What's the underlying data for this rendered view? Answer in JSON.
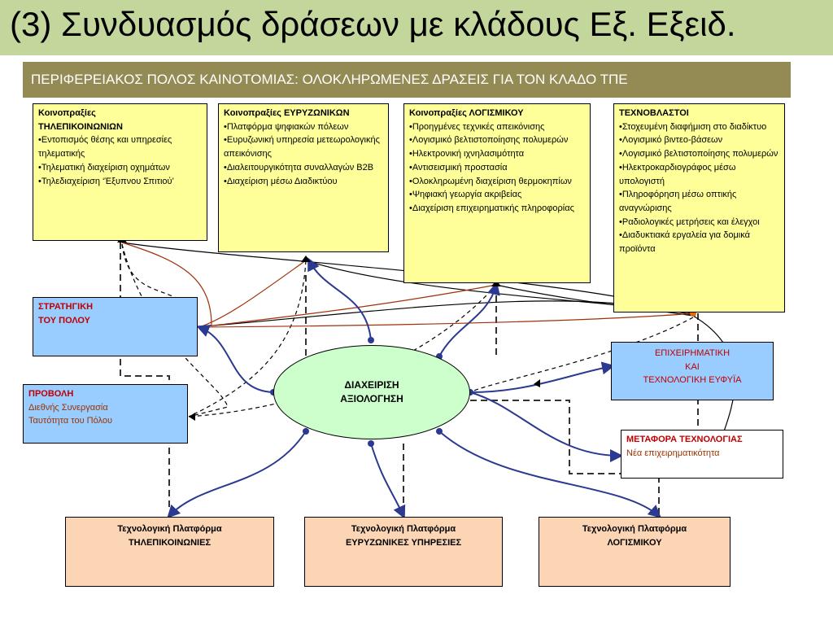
{
  "title": "(3) Συνδυασμός δράσεων με κλάδους Εξ. Εξειδ.",
  "subtitle": "ΠΕΡΙΦΕΡΕΙΑΚΟΣ ΠΟΛΟΣ ΚΑΙΝΟΤΟΜΙΑΣ: ΟΛΟΚΛΗΡΩΜΕΝΕΣ ΔΡΑΣΕΙΣ ΓΙΑ ΤΟΝ ΚΛΑΔΟ ΤΠΕ",
  "boxes": {
    "telecom": {
      "heading": [
        "Κοινοπραξίες",
        "ΤΗΛΕΠΙΚΟΙΝΩΝΙΩΝ"
      ],
      "items": [
        "•Εντοπισμός θέσης και υπηρεσίες τηλεματικής",
        "•Τηλεματική διαχείριση οχημάτων",
        "•Τηλεδιαχείριση ‘Έξυπνου Σπιτιού’"
      ]
    },
    "broadband": {
      "heading": "Κοινοπραξίες ΕΥΡΥΖΩΝΙΚΩΝ",
      "items": [
        "•Πλατφόρμα ψηφιακών πόλεων",
        "•Ευρυζωνική υπηρεσία μετεωρολογικής απεικόνισης",
        "•Διαλειτουργικότητα συναλλαγών Β2Β",
        "•Διαχείριση μέσω Διαδικτύου"
      ]
    },
    "software": {
      "heading": "Κοινοπραξίες ΛΟΓΙΣΜΙΚΟΥ",
      "items": [
        "•Προηγμένες τεχνικές απεικόνισης",
        "•Λογισμικό βελτιστοποίησης πολυμερών",
        "•Ηλεκτρονική ιχνηλασιμότητα",
        "•Αντισεισμική προστασία",
        "•Ολοκληρωμένη διαχείριση θερμοκηπίων",
        "•Ψηφιακή γεωργία ακριβείας",
        "•Διαχείριση επιχειρηματικής πληροφορίας"
      ]
    },
    "techno": {
      "heading": "ΤΕΧΝΟΒΛΑΣΤΟΙ",
      "items": [
        "•Στοχευμένη διαφήμιση στο διαδίκτυο",
        "•Λογισμικό βιντεο-βάσεων",
        "•Λογισμικό βελτιστοποίησης πολυμερών",
        "•Ηλεκτροκαρδιογράφος μέσω υπολογιστή",
        "•Πληροφόρηση μέσω οπτικής αναγνώρισης",
        "•Ραδιολογικές μετρήσεις και έλεγχοι",
        "•Διαδυκτιακά εργαλεία για δομικά προϊόντα"
      ]
    },
    "strategy": {
      "lines": [
        "ΣΤΡΑΤΗΓΙΚΗ",
        "ΤΟΥ ΠΟΛΟΥ"
      ]
    },
    "promotion": {
      "heading": "ΠΡΟΒΟΛΗ",
      "lines": [
        "Διεθνής Συνεργασία",
        "Ταυτότητα του Πόλου"
      ]
    },
    "entrepreneurship": {
      "lines": [
        "ΕΠΙΧΕΙΡΗΜΑΤΙΚΗ",
        "ΚΑΙ",
        "ΤΕΧΝΟΛΟΓΙΚΗ ΕΥΦΥΪΑ"
      ]
    },
    "transfer": {
      "heading": "ΜΕΤΑΦΟΡΑ ΤΕΧΝΟΛΟΓΙΑΣ",
      "line": "Νέα επιχειρηματικότητα"
    },
    "center": {
      "lines": [
        "ΔΙΑΧΕΙΡΙΣΗ",
        "ΑΞΙΟΛΟΓΗΣΗ"
      ]
    },
    "platforms": [
      {
        "line1": "Τεχνολογική Πλατφόρμα",
        "line2": "ΤΗΛΕΠΙΚΟΙΝΩΝΙΕΣ"
      },
      {
        "line1": "Τεχνολογική Πλατφόρμα",
        "line2": "ΕΥΡΥΖΩΝΙΚΕΣ ΥΠΗΡΕΣΙΕΣ"
      },
      {
        "line1": "Τεχνολογική Πλατφόρμα",
        "line2": "ΛΟΓΙΣΜΙΚΟΥ"
      }
    ]
  },
  "colors": {
    "title_bg": "#c3d69b",
    "subtitle_bg": "#948a54",
    "yellow": "#ffff99",
    "blue": "#99ccff",
    "orange": "#fcd5b5",
    "green": "#ccffcc",
    "navy_connector": "#2b3990",
    "brown_connector": "#a0300a",
    "red_text": "#c00000"
  }
}
